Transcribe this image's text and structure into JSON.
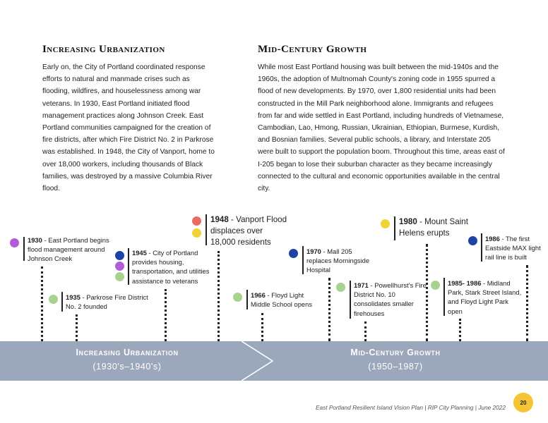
{
  "left_section": {
    "heading": "Increasing Urbanization",
    "body": "Early on, the City of Portland coordinated response efforts to natural and manmade crises such as flooding, wildfires, and houselessness among war veterans. In 1930, East Portland initiated flood management practices along Johnson Creek. East Portland communities campaigned for the creation of fire districts, after which Fire District No. 2 in Parkrose was established. In 1948, the City of Vanport, home to over 18,000 workers, including thousands of Black families, was destroyed by a massive Columbia River flood."
  },
  "right_section": {
    "heading": "Mid-Century Growth",
    "body": "While most East Portland housing was built between the mid-1940s and the 1960s, the adoption of Multnomah County's zoning code in 1955 spurred a flood of new developments. By 1970, over 1,800 residential units had been constructed in the Mill Park neighborhood alone. Immigrants and refugees from far and wide settled in East Portland, including hundreds of Vietnamese, Cambodian, Lao, Hmong, Russian, Ukrainian, Ethiopian, Burmese, Kurdish, and Bosnian families. Several public schools, a library, and Interstate 205 were built to support the population boom. Throughout this time, areas east of I-205 began to lose their suburban character as they became increasingly connected to the cultural and economic opportunities available in the central city."
  },
  "timeline": {
    "events": [
      {
        "year": "1930",
        "text": " - East Portland begins flood management around Johnson Creek"
      },
      {
        "year": "1935",
        "text": " - Parkrose Fire District No. 2 founded"
      },
      {
        "year": "1945",
        "text": " - City of Portland provides housing, transportation, and utilities assistance to veterans"
      },
      {
        "year": "1948",
        "text": " - Vanport Flood displaces over 18,000 residents"
      },
      {
        "year": "1966",
        "text": " - Floyd Light Middle School opens"
      },
      {
        "year": "1970",
        "text": " - Mall 205 replaces Morningside Hospital"
      },
      {
        "year": "1971",
        "text": " - Powellhurst's Fire District No. 10 consolidates smaller firehouses"
      },
      {
        "year": "1980",
        "text": " - Mount Saint Helens erupts"
      },
      {
        "year": "1985- 1986",
        "text": " - Midland Park, Stark Street Island, and Floyd Light Park open"
      },
      {
        "year": "1986",
        "text": " - The first Eastside MAX light rail line is built"
      }
    ],
    "colors": {
      "purple": "#b35cd8",
      "green": "#a6d48e",
      "navy": "#1b44a4",
      "red": "#ee6a60",
      "yellow": "#f2d335"
    }
  },
  "eras": [
    {
      "title": "Increasing Urbanization",
      "range": "(1930's–1940's)"
    },
    {
      "title": "Mid-Century Growth",
      "range": "(1950–1987)"
    }
  ],
  "footer": {
    "text": "East Portland Resilient Island Vision Plan | RIP City Planning | June 2022",
    "page_number": "20"
  }
}
